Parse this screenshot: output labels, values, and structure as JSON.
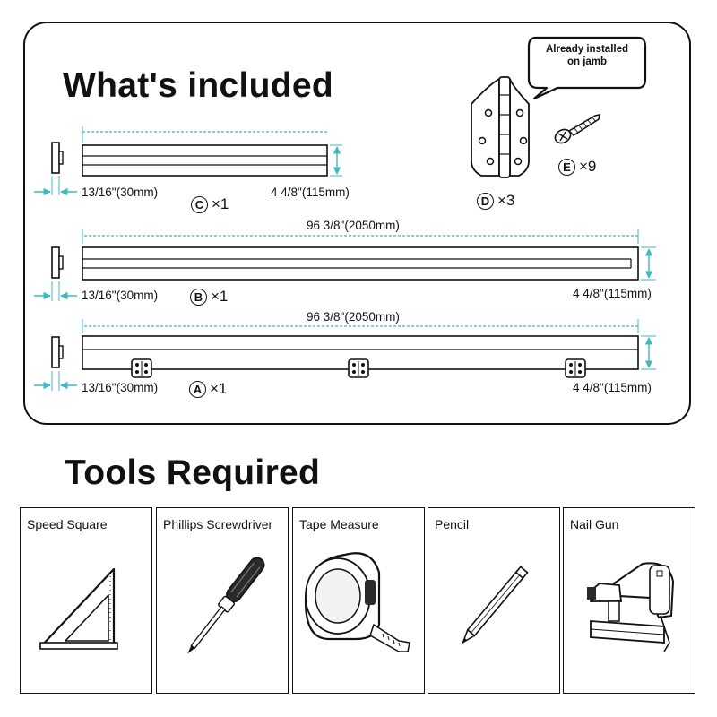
{
  "included": {
    "title": "What's included",
    "bubble": {
      "line1": "Already installed",
      "line2": "on jamb"
    },
    "parts": {
      "c": {
        "thickness": "13/16\"(30mm)",
        "width": "4 4/8\"(115mm)",
        "letter": "C",
        "qty": "×1"
      },
      "b": {
        "thickness": "13/16\"(30mm)",
        "width": "4 4/8\"(115mm)",
        "length": "96 3/8\"(2050mm)",
        "letter": "B",
        "qty": "×1"
      },
      "a": {
        "thickness": "13/16\"(30mm)",
        "width": "4 4/8\"(115mm)",
        "length": "96 3/8\"(2050mm)",
        "letter": "A",
        "qty": "×1"
      },
      "d": {
        "letter": "D",
        "qty": "×3"
      },
      "e": {
        "letter": "E",
        "qty": "×9"
      }
    }
  },
  "tools": {
    "title": "Tools Required",
    "items": [
      "Speed Square",
      "Phillips Screwdriver",
      "Tape Measure",
      "Pencil",
      "Nail Gun"
    ]
  },
  "colors": {
    "dimension": "#3fb8c1",
    "line": "#111111"
  }
}
